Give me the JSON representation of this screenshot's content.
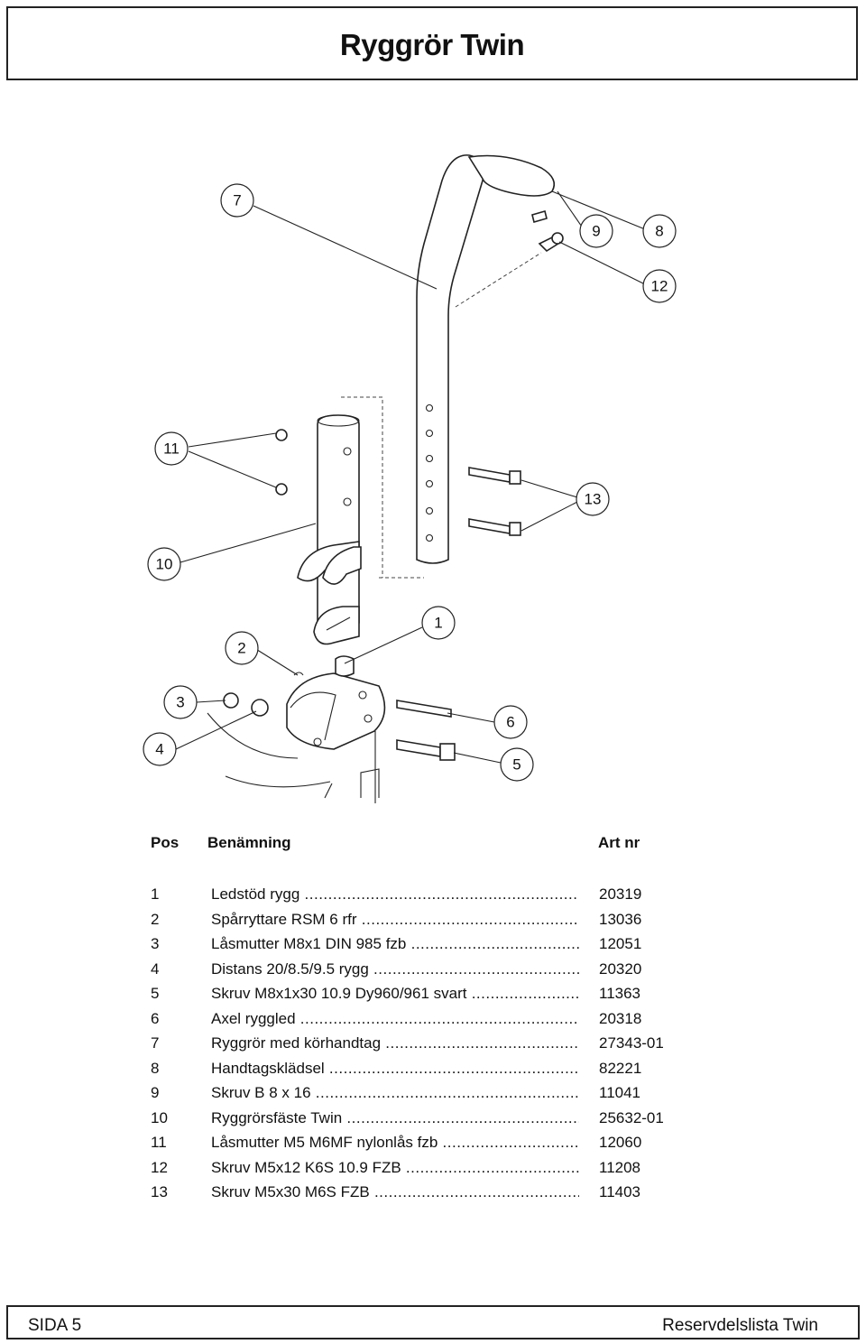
{
  "title": "Ryggrör Twin",
  "callouts": [
    "7",
    "9",
    "8",
    "12",
    "11",
    "13",
    "10",
    "1",
    "2",
    "3",
    "6",
    "4",
    "5"
  ],
  "table": {
    "headers": {
      "pos": "Pos",
      "name": "Benämning",
      "art": "Art nr"
    },
    "rows": [
      {
        "pos": "1",
        "name": "Ledstöd rygg",
        "art": "20319"
      },
      {
        "pos": "2",
        "name": "Spårryttare RSM 6 rfr",
        "art": "13036"
      },
      {
        "pos": "3",
        "name": "Låsmutter M8x1 DIN 985 fzb",
        "art": "12051"
      },
      {
        "pos": "4",
        "name": "Distans 20/8.5/9.5 rygg",
        "art": "20320"
      },
      {
        "pos": "5",
        "name": "Skruv M8x1x30 10.9 Dy960/961 svart",
        "art": "11363"
      },
      {
        "pos": "6",
        "name": "Axel ryggled",
        "art": "20318"
      },
      {
        "pos": "7",
        "name": "Ryggrör med körhandtag",
        "art": "27343-01"
      },
      {
        "pos": "8",
        "name": "Handtagsklädsel",
        "art": "82221"
      },
      {
        "pos": "9",
        "name": "Skruv B 8 x 16",
        "art": "11041"
      },
      {
        "pos": "10",
        "name": "Ryggrörsfäste Twin",
        "art": "25632-01"
      },
      {
        "pos": "11",
        "name": "Låsmutter M5 M6MF nylonlås fzb",
        "art": "12060"
      },
      {
        "pos": "12",
        "name": "Skruv M5x12 K6S 10.9 FZB",
        "art": "11208"
      },
      {
        "pos": "13",
        "name": "Skruv M5x30 M6S FZB",
        "art": "11403"
      }
    ]
  },
  "footer": {
    "page": "SIDA 5",
    "doc": "Reservdelslista Twin"
  }
}
